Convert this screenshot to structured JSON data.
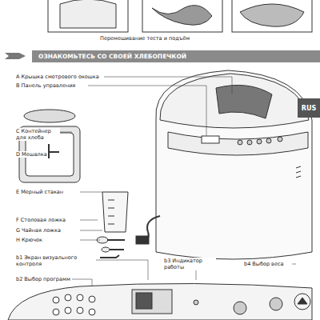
{
  "diagram": {
    "title": "ОЗНАКОМЬТЕСЬ СО СВОЕЙ ХЛЕБОПЕЧКОЙ",
    "nodes": [
      {
        "text": [
          "RUS"
        ]
      }
    ],
    "labels": [
      "Перемешивание теста и подъём",
      "A Крышка смотрового окошка",
      "B Панель управления",
      "C Контейнер для хлеба",
      "D Мешалка",
      "E Мерный стакан",
      "F Столовая ложка",
      "G Чайная ложка",
      "H Крючок",
      "b1 Экран визуального контроля",
      "b2 Выбор программ",
      "b3 Индикатор работы",
      "b4 Выбор веса"
    ]
  }
}
